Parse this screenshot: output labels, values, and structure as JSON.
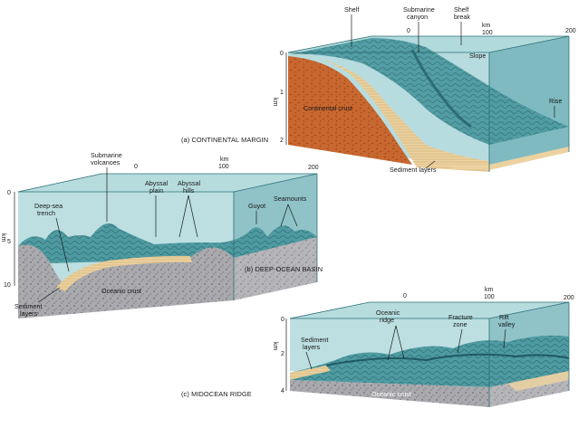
{
  "panels": {
    "a": {
      "caption": "(a) CONTINENTAL MARGIN",
      "scale": {
        "z0": "0",
        "z100": "100",
        "z200": "200",
        "unit": "km",
        "d0": "0",
        "d1": "1",
        "d2": "2",
        "dunit": "km"
      },
      "labels": {
        "shelf": "Shelf",
        "canyon1": "Submarine",
        "canyon2": "canyon",
        "break1": "Shelf",
        "break2": "break",
        "slope": "Slope",
        "rise": "Rise",
        "crust": "Continental crust",
        "sediment": "Sediment layers"
      }
    },
    "b": {
      "caption": "(b) DEEP-OCEAN BASIN",
      "scale": {
        "z0": "0",
        "z100": "100",
        "z200": "200",
        "unit": "km",
        "d0": "0",
        "d5": "5",
        "d10": "10",
        "dunit": "km"
      },
      "labels": {
        "volc1": "Submarine",
        "volc2": "volcanoes",
        "plain1": "Abyssal",
        "plain2": "plain",
        "hills1": "Abyssal",
        "hills2": "hills",
        "trench1": "Deep-sea",
        "trench2": "trench",
        "guyot": "Guyot",
        "seamounts": "Seamounts",
        "sed1": "Sediment",
        "sed2": "layers",
        "crust": "Oceanic crust"
      }
    },
    "c": {
      "caption": "(c) MIDOCEAN RIDGE",
      "scale": {
        "z0": "0",
        "z100": "100",
        "z200": "200",
        "unit": "km",
        "d0": "0",
        "d2": "2",
        "d4": "4",
        "dunit": "km"
      },
      "labels": {
        "ridge1": "Oceanic",
        "ridge2": "ridge",
        "fracture1": "Fracture",
        "fracture2": "zone",
        "rift1": "Rift",
        "rift2": "valley",
        "sed1": "Sediment",
        "sed2": "layers",
        "crust": "Oceanic crust"
      }
    }
  },
  "colors": {
    "water": "#7cc0c4",
    "waterDark": "#3f8f98",
    "crust": "#c8672f",
    "sediment": "#ecd2a0",
    "oceanCrust": "#a9a9ae",
    "seafloor": "#4e9aa1"
  }
}
